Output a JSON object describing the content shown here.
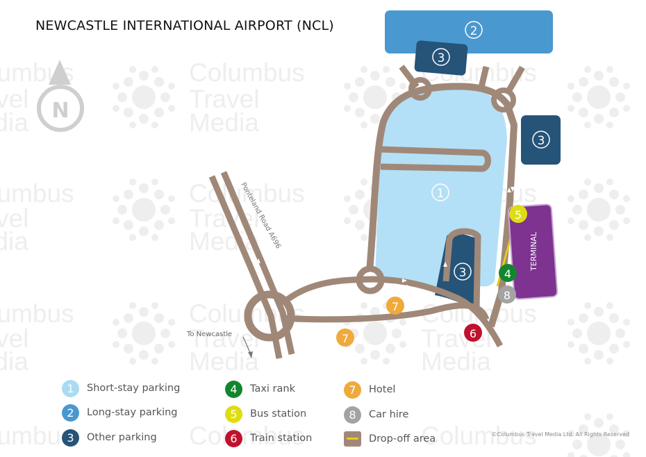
{
  "title": "NEWCASTLE INTERNATIONAL AIRPORT (NCL)",
  "north_label": "N",
  "watermark": {
    "lines": [
      "Columbus",
      "Travel",
      "Media"
    ]
  },
  "map_labels": {
    "terminal": "TERMINAL",
    "road_name": "Ponteland Road  A696",
    "to_newcastle": "To Newcastle"
  },
  "map_markers": [
    "1",
    "2",
    "3",
    "3",
    "3",
    "4",
    "5",
    "6",
    "7",
    "7",
    "8"
  ],
  "legend": [
    {
      "number": "1",
      "label": "Short-stay parking",
      "color": "#a9dcf3"
    },
    {
      "number": "2",
      "label": "Long-stay parking",
      "color": "#4a98d0"
    },
    {
      "number": "3",
      "label": "Other parking",
      "color": "#265378"
    },
    {
      "number": "4",
      "label": "Taxi rank",
      "color": "#12862e"
    },
    {
      "number": "5",
      "label": "Bus station",
      "color": "#dedd13"
    },
    {
      "number": "6",
      "label": "Train station",
      "color": "#c0112d"
    },
    {
      "number": "7",
      "label": "Hotel",
      "color": "#f0a93b"
    },
    {
      "number": "8",
      "label": "Car hire",
      "color": "#a3a3a3"
    },
    {
      "number": "",
      "label": "Drop-off area",
      "color": "#a08878"
    }
  ],
  "copyright": "©Columbus Travel Media Ltd. All Rights Reserved",
  "colors": {
    "road": "#a08878",
    "short_stay": "#b3e0f7",
    "long_stay": "#4a98d0",
    "other_parking": "#265378",
    "terminal": "#7e3390",
    "taxi": "#12862e",
    "bus": "#dedd13",
    "train": "#c0112d",
    "hotel": "#f0a93b",
    "car_hire": "#a3a3a3",
    "dropoff": "#e3cf17",
    "watermark": "#eeeeee"
  }
}
